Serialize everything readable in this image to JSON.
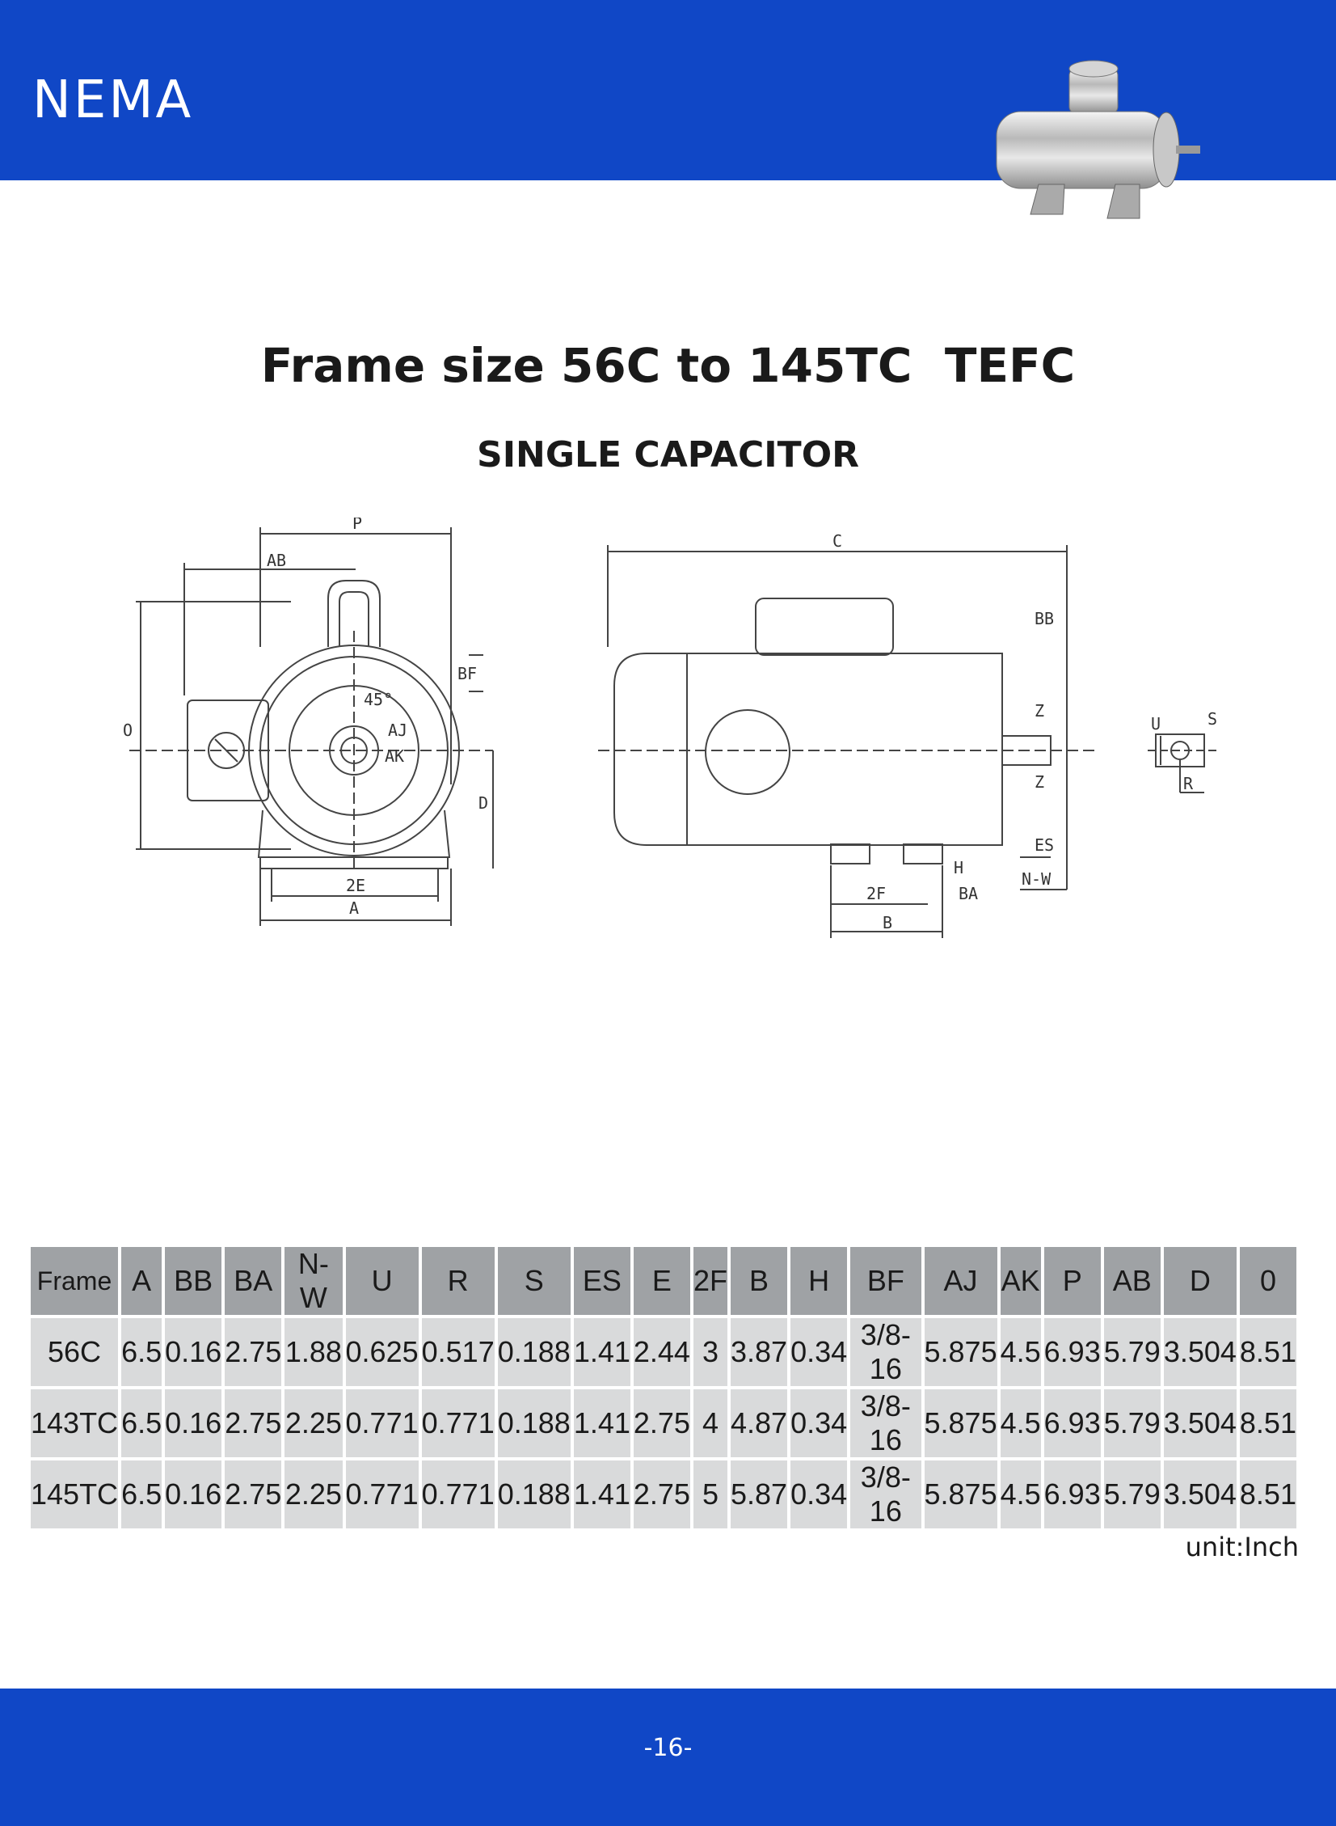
{
  "header": {
    "brand": "NEMA"
  },
  "title": "Frame size 56C to 145TC  TEFC",
  "subtitle": "SINGLE CAPACITOR",
  "drawing_labels": {
    "front": [
      "P",
      "AB",
      "BF",
      "45°",
      "AJ",
      "AK",
      "O",
      "D",
      "2E",
      "A"
    ],
    "side": [
      "C",
      "BB",
      "Z",
      "Z",
      "ES",
      "H",
      "N-W",
      "2F",
      "BA",
      "B"
    ],
    "shaft": [
      "U",
      "S",
      "R"
    ]
  },
  "table": {
    "headers": [
      "Frame",
      "A",
      "BB",
      "BA",
      "N-W",
      "U",
      "R",
      "S",
      "ES",
      "E",
      "2F",
      "B",
      "H",
      "BF",
      "AJ",
      "AK",
      "P",
      "AB",
      "D",
      "0"
    ],
    "rows": [
      [
        "56C",
        "6.5",
        "0.16",
        "2.75",
        "1.88",
        "0.625",
        "0.517",
        "0.188",
        "1.41",
        "2.44",
        "3",
        "3.87",
        "0.34",
        "3/8-16",
        "5.875",
        "4.5",
        "6.93",
        "5.79",
        "3.504",
        "8.51"
      ],
      [
        "143TC",
        "6.5",
        "0.16",
        "2.75",
        "2.25",
        "0.771",
        "0.771",
        "0.188",
        "1.41",
        "2.75",
        "4",
        "4.87",
        "0.34",
        "3/8-16",
        "5.875",
        "4.5",
        "6.93",
        "5.79",
        "3.504",
        "8.51"
      ],
      [
        "145TC",
        "6.5",
        "0.16",
        "2.75",
        "2.25",
        "0.771",
        "0.771",
        "0.188",
        "1.41",
        "2.75",
        "5",
        "5.87",
        "0.34",
        "3/8-16",
        "5.875",
        "4.5",
        "6.93",
        "5.79",
        "3.504",
        "8.51"
      ]
    ]
  },
  "unit": "unit:Inch",
  "footer": {
    "page": "-16-"
  },
  "colors": {
    "brand_blue": "#1047c6",
    "header_cell": "#9fa2a5",
    "body_cell": "#d9dadb"
  }
}
